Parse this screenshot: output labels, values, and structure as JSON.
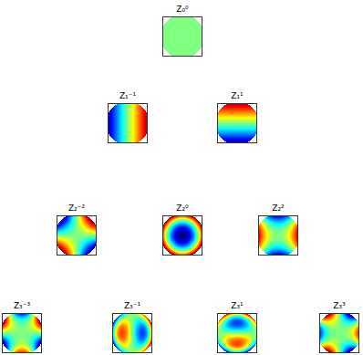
{
  "diagram": {
    "nodes": [
      {
        "text": [
          "Z₀⁰"
        ]
      },
      {
        "text": [
          "Z₁⁻¹"
        ]
      },
      {
        "text": [
          "Z₁¹"
        ]
      },
      {
        "text": [
          "Z₂⁻²"
        ]
      },
      {
        "text": [
          "Z₂⁰"
        ]
      },
      {
        "text": [
          "Z₂²"
        ]
      },
      {
        "text": [
          "Z₃⁻³"
        ]
      },
      {
        "text": [
          "Z₃⁻¹"
        ]
      },
      {
        "text": [
          "Z₃¹"
        ]
      },
      {
        "text": [
          "Z₃³"
        ]
      }
    ]
  }
}
